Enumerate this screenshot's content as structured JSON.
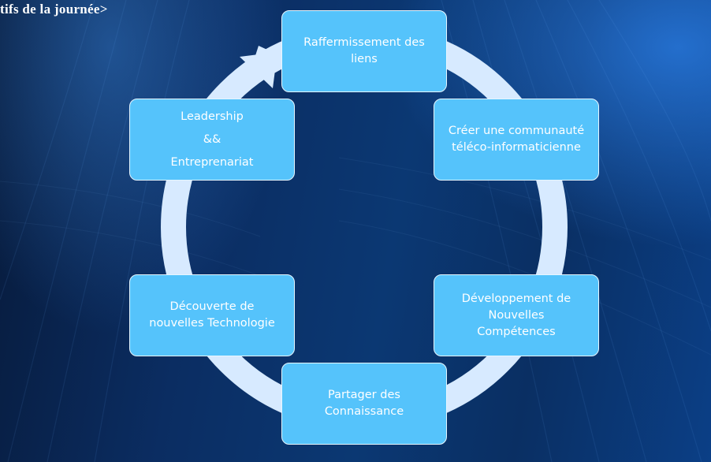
{
  "slide": {
    "title": "tifs de la journée>"
  },
  "diagram": {
    "type": "cycle",
    "ring_color": "#d7eaff",
    "box_color": "#55c3fb",
    "steps": [
      {
        "id": "raffermissement",
        "lines": [
          "Raffermissement des",
          "liens"
        ]
      },
      {
        "id": "communaute",
        "lines": [
          "Créer une communauté",
          "téléco-informaticienne"
        ]
      },
      {
        "id": "competences",
        "lines": [
          "Développement de",
          "Nouvelles",
          "Compétences"
        ]
      },
      {
        "id": "partager",
        "lines": [
          "Partager des",
          "Connaissance"
        ]
      },
      {
        "id": "decouverte",
        "lines": [
          "Découverte de",
          "nouvelles Technologie"
        ]
      },
      {
        "id": "leadership",
        "lines": [
          "Leadership",
          "&&",
          "Entreprenariat"
        ]
      }
    ]
  }
}
